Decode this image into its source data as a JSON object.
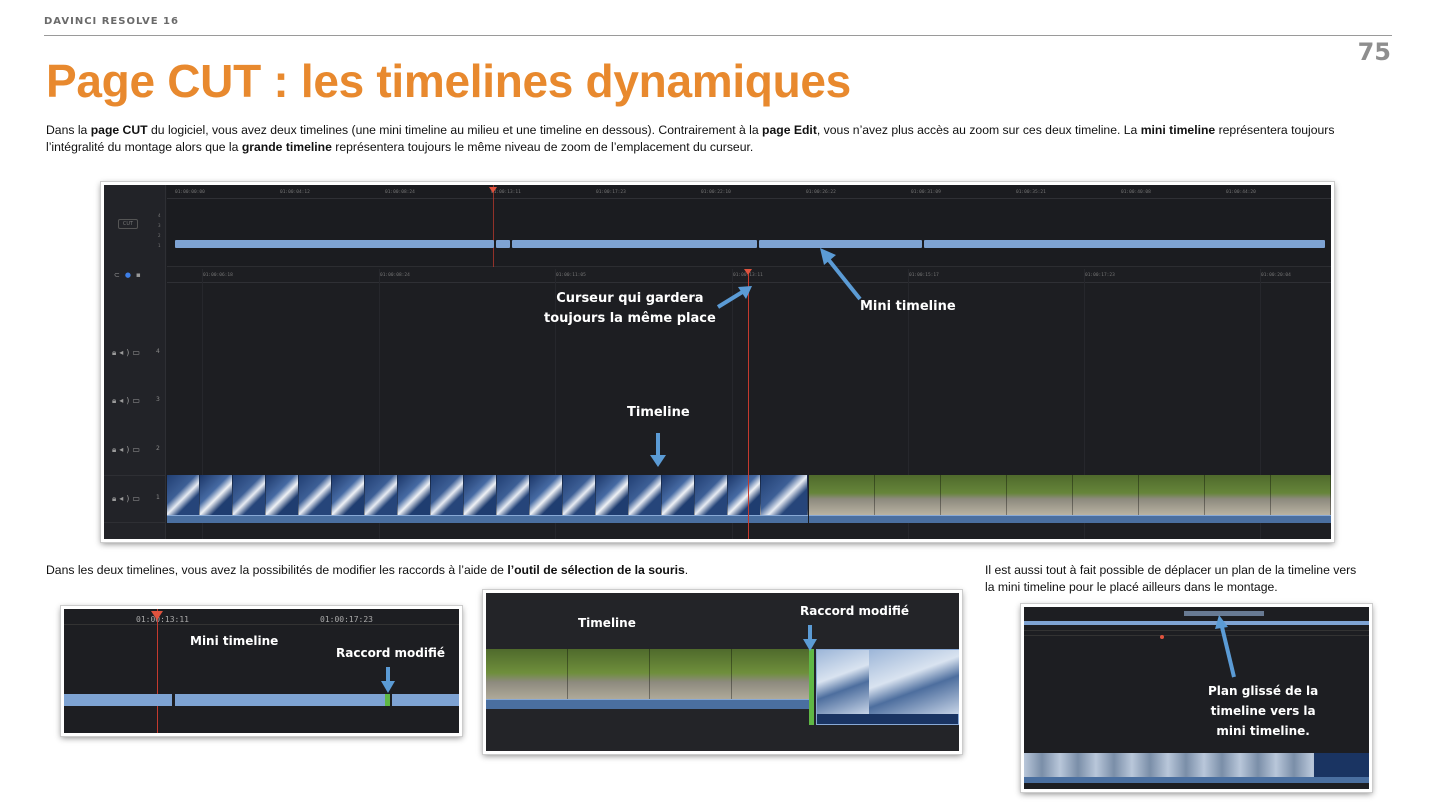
{
  "header": {
    "title": "DAVINCI RESOLVE 16",
    "page_number": "75"
  },
  "title": "Page CUT : les timelines dynamiques",
  "intro": {
    "p1": "Dans la ",
    "b1": "page CUT",
    "p2": " du logiciel, vous avez deux timelines (une mini timeline au milieu et une timeline en dessous). Contrairement à la ",
    "b2": "page Edit",
    "p3": ", vous n’avez plus accès au zoom sur ces deux timeline. La ",
    "b3": "mini timeline",
    "p4": " représentera toujours l’intégralité du montage alors que la ",
    "b4": "grande timeline",
    "p5": " représentera toujours le même niveau de zoom de l’emplacement du curseur."
  },
  "main_shot": {
    "mini_ruler_ticks": [
      "01:00:00:00",
      "01:00:04:12",
      "01:00:08:24",
      "01:00:13:11",
      "01:00:17:23",
      "01:00:22:10",
      "01:00:26:22",
      "01:00:31:09",
      "01:00:35:21",
      "01:00:40:08",
      "01:00:44:20"
    ],
    "big_ruler_ticks": [
      "01:00:06:18",
      "01:00:08:24",
      "01:00:11:05",
      "01:00:13:11",
      "01:00:15:17",
      "01:00:17:23",
      "01:00:20:04"
    ],
    "track_numbers": [
      "4",
      "3",
      "2",
      "1"
    ],
    "mini_track_numbers": [
      "4",
      "3",
      "2",
      "1"
    ],
    "cut_badge": "CUT",
    "annotations": {
      "cursor_line1": "Curseur qui gardera",
      "cursor_line2": "toujours la même place",
      "mini_timeline": "Mini timeline",
      "timeline": "Timeline"
    }
  },
  "section2": {
    "left_p1": "Dans les deux timelines, vous avez la possibilités de modifier les raccords à l’aide de ",
    "left_b": "l’outil de sélection de la souris",
    "left_p2": ".",
    "right_line1": "Il est aussi tout à fait possible de déplacer un plan de la timeline vers",
    "right_line2": "la mini timeline pour le placé ailleurs dans le montage."
  },
  "shot_a": {
    "tick1": "01:00:13:11",
    "tick2": "01:00:17:23",
    "label_mini": "Mini timeline",
    "label_raccord": "Raccord modifié"
  },
  "shot_b": {
    "label_timeline": "Timeline",
    "label_raccord": "Raccord modifié"
  },
  "shot_c": {
    "line1": "Plan glissé de la",
    "line2": "timeline vers la",
    "line3": "mini timeline."
  },
  "colors": {
    "accent": "#e8892e",
    "annotation_arrow": "#5b9bd5",
    "timeline_clip": "#7ea3d3",
    "playhead": "#e0533e",
    "edit_mark": "#5fb845"
  }
}
